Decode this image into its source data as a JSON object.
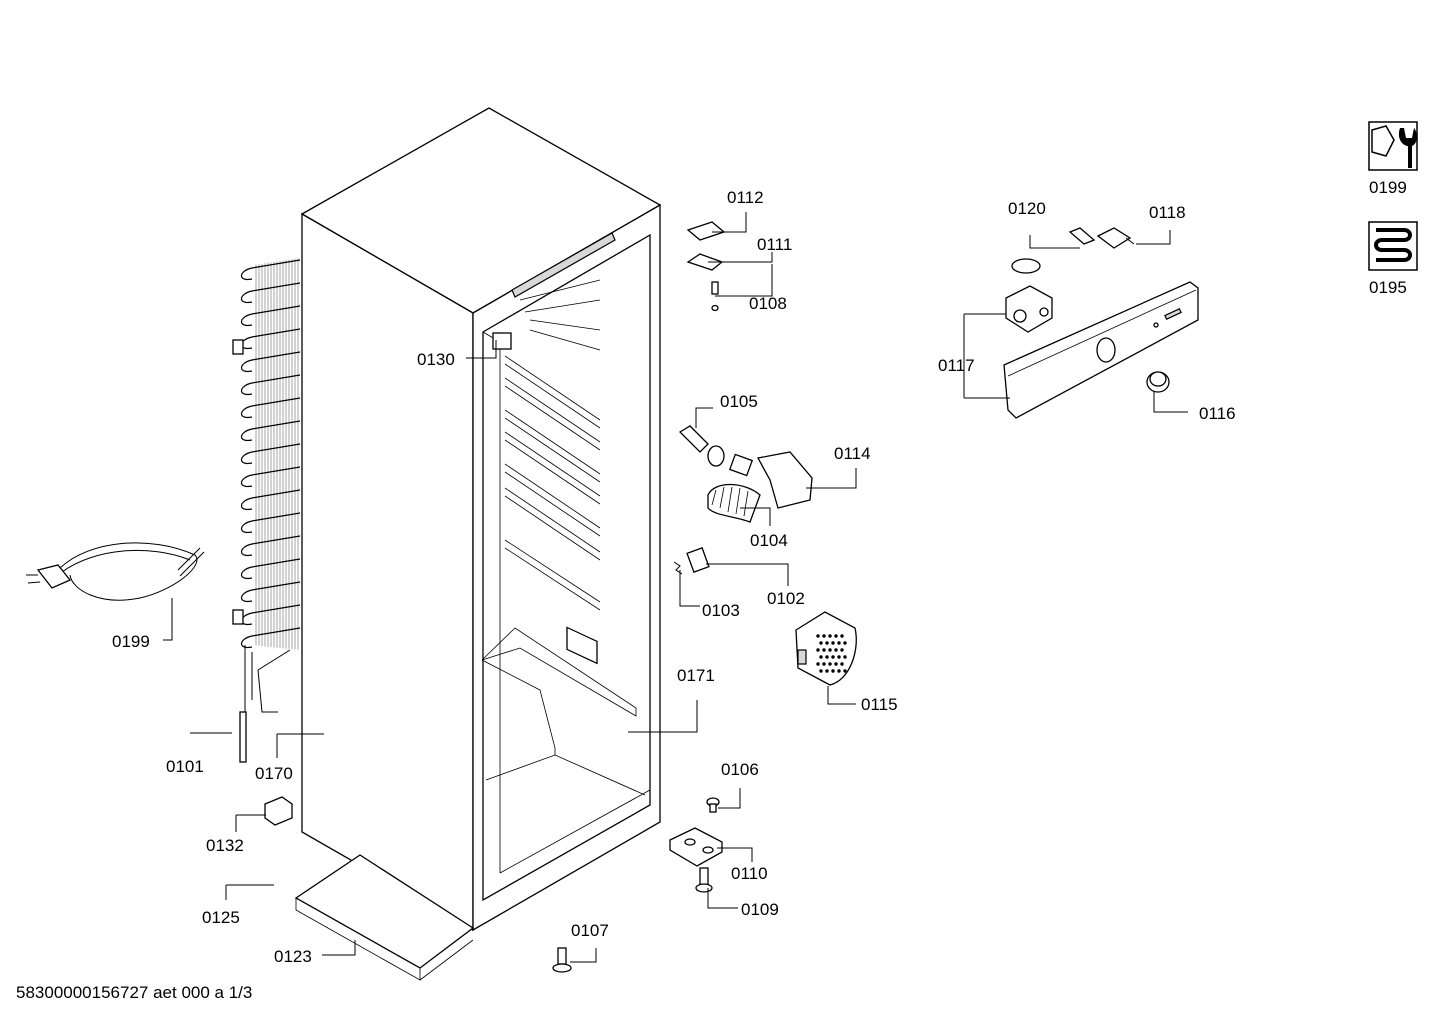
{
  "footer": {
    "document_id": "58300000156727 aet 000 a 1/3"
  },
  "labels": {
    "p0112": "0112",
    "p0111": "0111",
    "p0108": "0108",
    "p0130": "0130",
    "p0105": "0105",
    "p0114": "0114",
    "p0104": "0104",
    "p0102": "0102",
    "p0103": "0103",
    "p0115": "0115",
    "p0171": "0171",
    "p0106": "0106",
    "p0110": "0110",
    "p0109": "0109",
    "p0107": "0107",
    "p0199": "0199",
    "p0101": "0101",
    "p0170": "0170",
    "p0132": "0132",
    "p0125": "0125",
    "p0123": "0123",
    "p0120": "0120",
    "p0118": "0118",
    "p0117": "0117",
    "p0116": "0116"
  },
  "legend": {
    "tools": {
      "icon": "wrench-icon",
      "label": "0199"
    },
    "coil": {
      "icon": "heating-coil-icon",
      "label": "0195"
    }
  }
}
